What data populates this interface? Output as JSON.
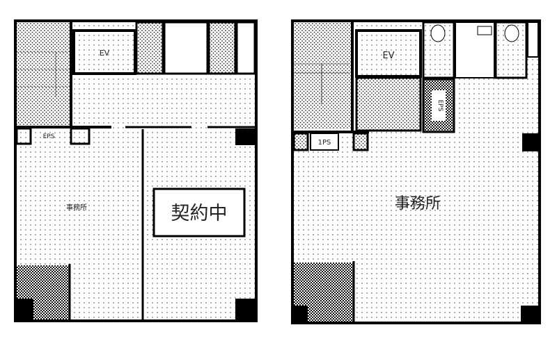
{
  "left_plan": {
    "ev_label": "EV",
    "eps_label": "EPS",
    "office_label": "事務所",
    "status_badge": "契約中"
  },
  "right_plan": {
    "ev_label": "EV",
    "eps_label": "EPS",
    "ps_label": "1PS",
    "office_label": "事務所"
  }
}
